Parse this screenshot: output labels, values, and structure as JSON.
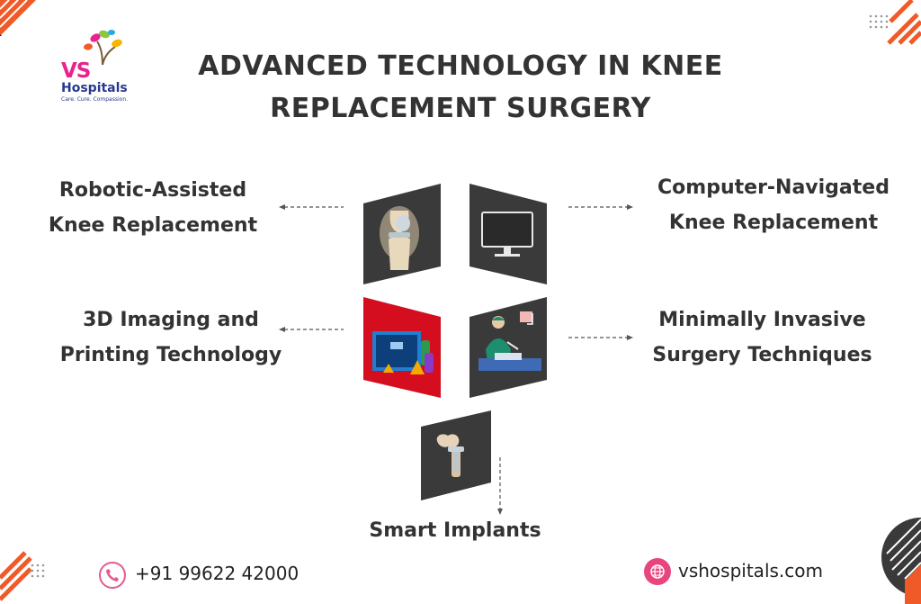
{
  "brand": {
    "logo_letters": "VS",
    "logo_name": "Hospitals",
    "logo_tagline": "Care. Cure. Compassion."
  },
  "title": {
    "line1": "ADVANCED TECHNOLOGY IN KNEE",
    "line2": "REPLACEMENT SURGERY"
  },
  "items": {
    "robotic": {
      "line1": "Robotic-Assisted",
      "line2": "Knee Replacement"
    },
    "computer": {
      "line1": "Computer-Navigated",
      "line2": "Knee Replacement"
    },
    "imaging": {
      "line1": "3D Imaging and",
      "line2": "Printing Technology"
    },
    "minimal": {
      "line1": "Minimally Invasive",
      "line2": "Surgery Techniques"
    },
    "implants": {
      "line1": "Smart Implants"
    }
  },
  "contact": {
    "phone": "+91 99622 42000",
    "website": "vshospitals.com"
  },
  "icons": {
    "phone": "phone-icon",
    "website": "globe-icon"
  },
  "colors": {
    "title": "#333333",
    "tile_dark": "#3a3a3a",
    "tile_red": "#d40e1e",
    "accent_orange": "#f05a28",
    "accent_pink": "#e8457f",
    "brand_blue": "#273a8f"
  }
}
